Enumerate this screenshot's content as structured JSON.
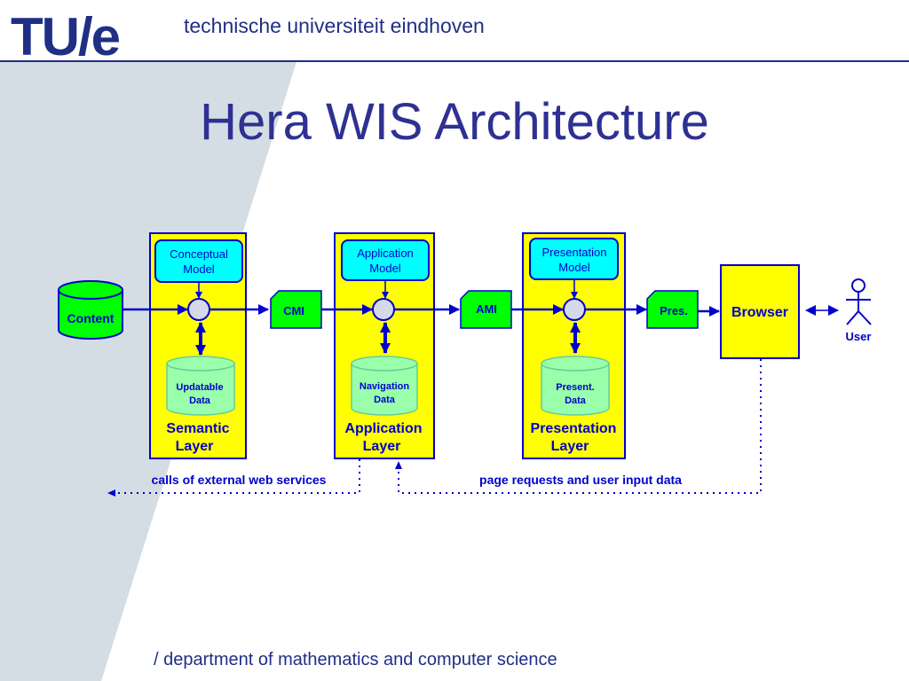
{
  "header": {
    "logo_tu": "TU",
    "logo_slash": "/",
    "logo_e": "e",
    "university": "technische universiteit eindhoven"
  },
  "title": "Hera WIS Architecture",
  "footer": "/ department of mathematics and computer science",
  "diagram": {
    "content": "Content",
    "layers": {
      "semantic": {
        "model_line1": "Conceptual",
        "model_line2": "Model",
        "data_line1": "Updatable",
        "data_line2": "Data",
        "layer_line1": "Semantic",
        "layer_line2": "Layer"
      },
      "application": {
        "model_line1": "Application",
        "model_line2": "Model",
        "data_line1": "Navigation",
        "data_line2": "Data",
        "layer_line1": "Application",
        "layer_line2": "Layer"
      },
      "presentation": {
        "model_line1": "Presentation",
        "model_line2": "Model",
        "data_line1": "Present.",
        "data_line2": "Data",
        "layer_line1": "Presentation",
        "layer_line2": "Layer"
      }
    },
    "docs": {
      "cmi": "CMI",
      "ami": "AMI",
      "pres": "Pres."
    },
    "browser": "Browser",
    "user": "User",
    "calls_label": "calls of external web services",
    "requests_label": "page requests and user input data"
  },
  "colors": {
    "navy": "#1f2f86",
    "title": "#2e3192",
    "diagram_blue": "#0000cc",
    "layer_yellow": "#ffff00",
    "model_cyan": "#00ffff",
    "doc_green": "#00ff00",
    "data_green": "#99ffaa",
    "stripe": "#d4dde3"
  }
}
